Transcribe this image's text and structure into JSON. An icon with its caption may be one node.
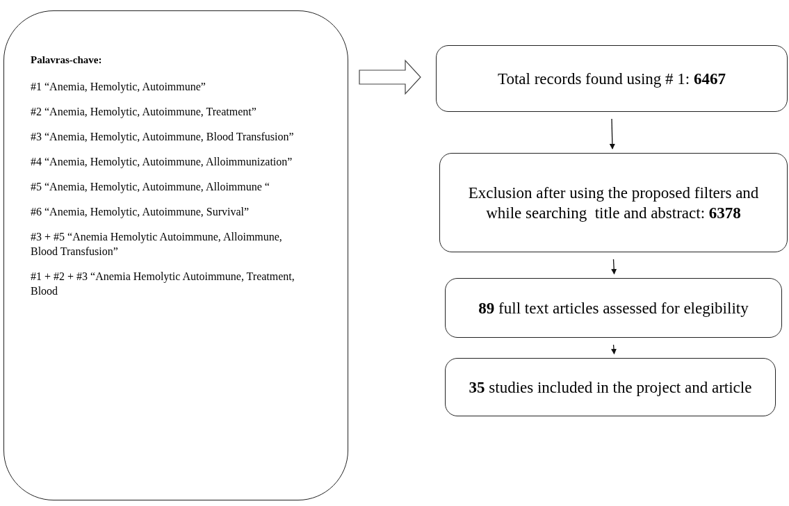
{
  "diagram": {
    "nodes": [
      {
        "text": [
          "Palavras-chave:",
          "#1 “Anemia, Hemolytic, Autoimmune”",
          "#2 “Anemia, Hemolytic, Autoimmune, Treatment”",
          "#3 “Anemia, Hemolytic, Autoimmune, Blood Transfusion”",
          "#4 “Anemia, Hemolytic, Autoimmune, Alloimmunization”",
          "#5 “Anemia, Hemolytic, Autoimmune, Alloimmune “",
          "#6 “Anemia, Hemolytic, Autoimmune, Survival”",
          "#3 + #5 “Anemia Hemolytic Autoimmune, Alloimmune, Blood Transfusion”",
          "#1 + #2 + #3 “Anemia Hemolytic Autoimmune, Treatment, Blood"
        ]
      },
      {
        "text": [
          "Total records found using # 1: **6467**"
        ]
      },
      {
        "text": [
          "Exclusion after using the proposed filters and while searching  title and abstract: **6378**"
        ]
      },
      {
        "text": [
          "**89** full text articles assessed for elegibility"
        ]
      },
      {
        "text": [
          "**35** studies included in the project and article"
        ]
      }
    ],
    "edges": [
      {
        "from": 0,
        "to": 1,
        "arrow": "to",
        "style": "thick"
      },
      {
        "from": 1,
        "to": 2,
        "arrow": "to"
      },
      {
        "from": 2,
        "to": 3,
        "arrow": "to"
      },
      {
        "from": 3,
        "to": 4,
        "arrow": "to"
      }
    ]
  }
}
